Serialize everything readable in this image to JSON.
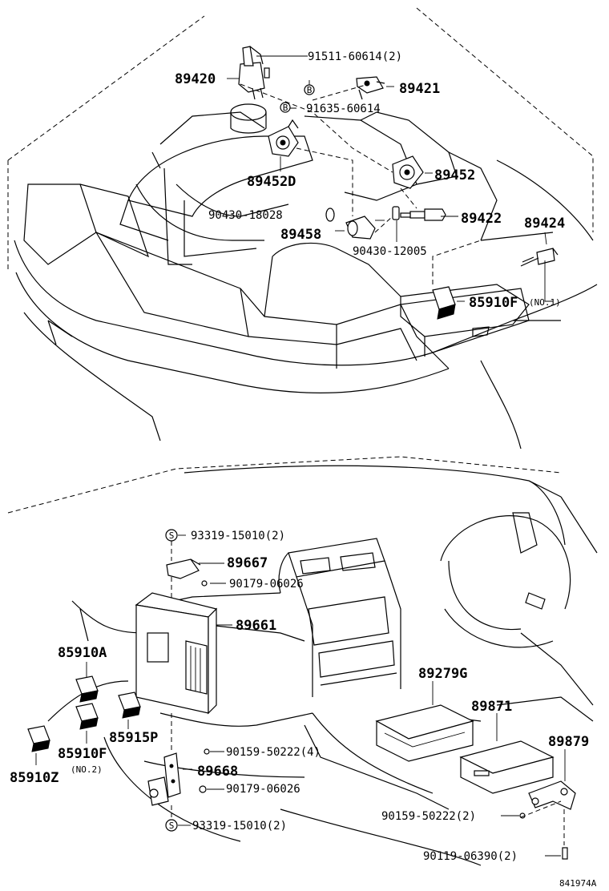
{
  "labels": {
    "p89420": "89420",
    "p91511": "91511-60614(2)",
    "p89421": "89421",
    "p91635": "91635-60614",
    "p89452D": "89452D",
    "p89452": "89452",
    "p90430a": "90430-18028",
    "p89422": "89422",
    "p89424": "89424",
    "p89458": "89458",
    "p90430b": "90430-12005",
    "p85910F_top": "85910F",
    "no1": "(NO.1)",
    "p93319a": "93319-15010(2)",
    "p89667": "89667",
    "p90179a": "90179-06026",
    "p89661": "89661",
    "p85910A": "85910A",
    "p89279G": "89279G",
    "p89871": "89871",
    "p85915P": "85915P",
    "p89879": "89879",
    "p85910F_bot": "85910F",
    "no2": "(NO.2)",
    "p85910Z": "85910Z",
    "p90159a": "90159-50222(4)",
    "p89668": "89668",
    "p90179b": "90179-06026",
    "p93319b": "93319-15010(2)",
    "p90159b": "90159-50222(2)",
    "p90119": "90119-06390(2)",
    "diagram_id": "841974A"
  },
  "markers": {
    "b": "B",
    "s": "S"
  }
}
